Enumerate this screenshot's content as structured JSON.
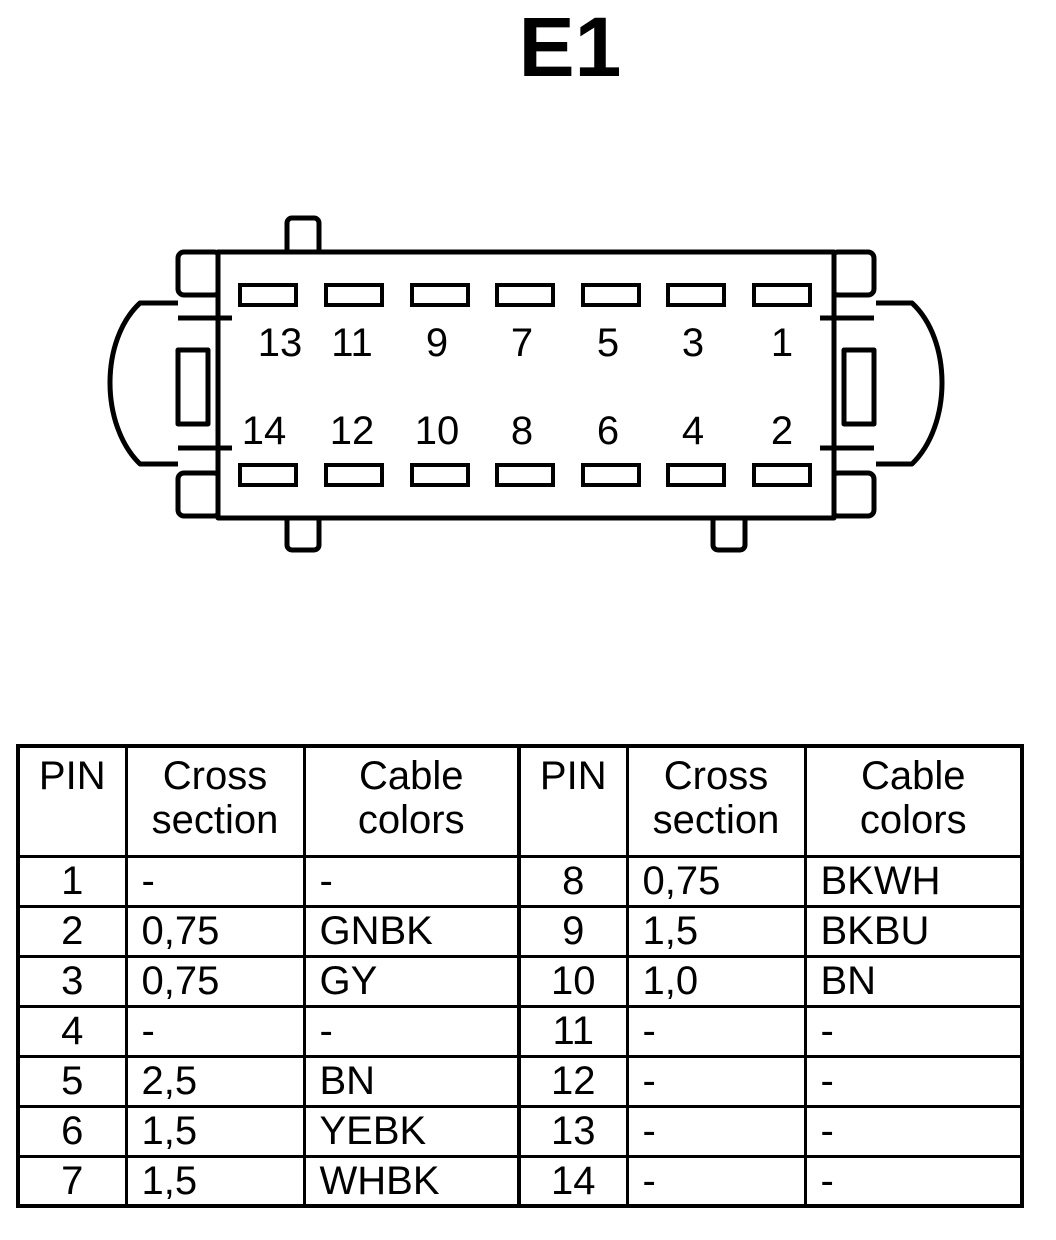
{
  "title": "E1",
  "connector": {
    "top_row_pins": [
      "13",
      "11",
      "9",
      "7",
      "5",
      "3",
      "1"
    ],
    "bottom_row_pins": [
      "14",
      "12",
      "10",
      "8",
      "6",
      "4",
      "2"
    ]
  },
  "table": {
    "headers": {
      "pin": "PIN",
      "cross_line1": "Cross",
      "cross_line2": "section",
      "colors_line1": "Cable",
      "colors_line2": "colors"
    },
    "left": [
      {
        "pin": "1",
        "cross": "-",
        "color": "-"
      },
      {
        "pin": "2",
        "cross": "0,75",
        "color": "GNBK"
      },
      {
        "pin": "3",
        "cross": "0,75",
        "color": "GY"
      },
      {
        "pin": "4",
        "cross": "-",
        "color": "-"
      },
      {
        "pin": "5",
        "cross": "2,5",
        "color": "BN"
      },
      {
        "pin": "6",
        "cross": "1,5",
        "color": "YEBK"
      },
      {
        "pin": "7",
        "cross": "1,5",
        "color": "WHBK"
      }
    ],
    "right": [
      {
        "pin": "8",
        "cross": "0,75",
        "color": "BKWH"
      },
      {
        "pin": "9",
        "cross": "1,5",
        "color": "BKBU"
      },
      {
        "pin": "10",
        "cross": "1,0",
        "color": "BN"
      },
      {
        "pin": "11",
        "cross": "-",
        "color": "-"
      },
      {
        "pin": "12",
        "cross": "-",
        "color": "-"
      },
      {
        "pin": "13",
        "cross": "-",
        "color": "-"
      },
      {
        "pin": "14",
        "cross": "-",
        "color": "-"
      }
    ]
  }
}
